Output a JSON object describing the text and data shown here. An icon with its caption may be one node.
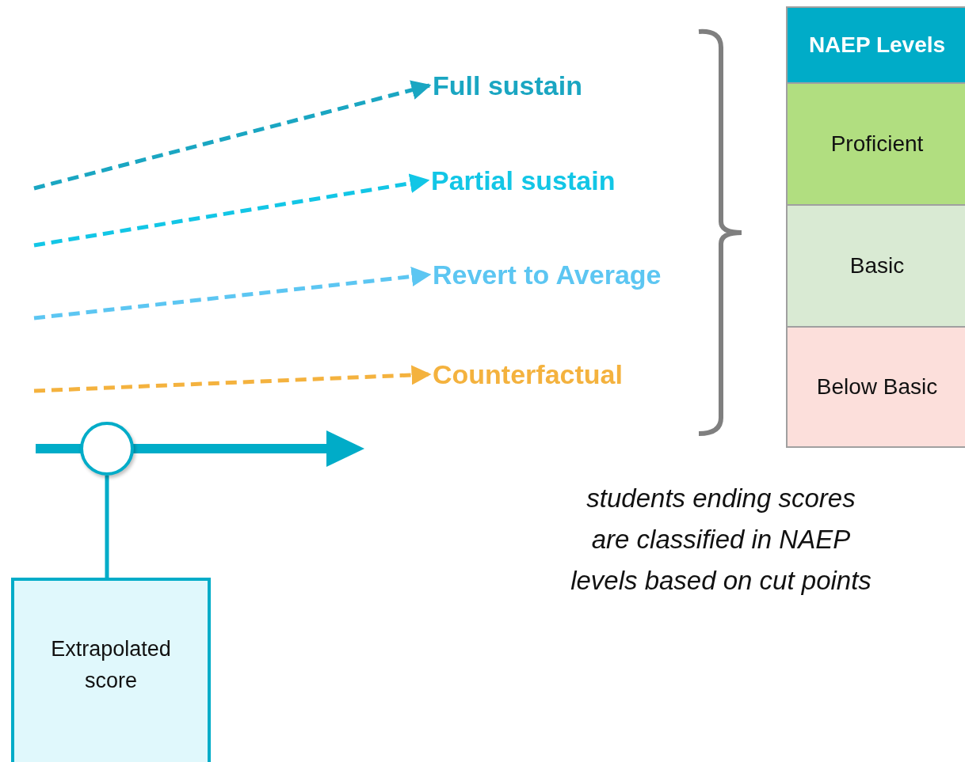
{
  "diagram": {
    "nodes": [
      {
        "text": [],
        "shape": "circle"
      },
      {
        "text": [
          "Extrapolated score"
        ]
      },
      {
        "text": [
          "Full sustain"
        ]
      },
      {
        "text": [
          "Partial sustain"
        ]
      },
      {
        "text": [
          "Revert to Average"
        ]
      },
      {
        "text": [
          "Counterfactual"
        ]
      },
      {
        "text": [
          "NAEP Levels"
        ]
      },
      {
        "text": [
          "Proficient"
        ]
      },
      {
        "text": [
          "Basic"
        ]
      },
      {
        "text": [
          "Below Basic"
        ]
      }
    ],
    "edges": [
      {
        "from": 0,
        "to": 1,
        "arrow": "none"
      },
      {
        "from": null,
        "to": 2,
        "arrow": "to",
        "style": "dashed",
        "color": "#1aa6c2"
      },
      {
        "from": null,
        "to": 3,
        "arrow": "to",
        "style": "dashed",
        "color": "#12c6e6"
      },
      {
        "from": null,
        "to": 4,
        "arrow": "to",
        "style": "dashed",
        "color": "#5cc6f2"
      },
      {
        "from": null,
        "to": 5,
        "arrow": "to",
        "style": "dashed",
        "color": "#f4b23e"
      }
    ],
    "labels": [
      "students ending scores are classified in NAEP levels based on cut points"
    ]
  }
}
